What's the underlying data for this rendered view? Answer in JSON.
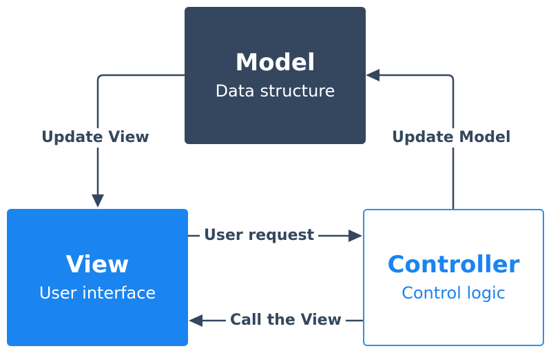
{
  "model": {
    "title": "Model",
    "subtitle": "Data structure"
  },
  "view": {
    "title": "View",
    "subtitle": "User interface"
  },
  "controller": {
    "title": "Controller",
    "subtitle": "Control logic"
  },
  "arrows": {
    "update_view": "Update View",
    "update_model": "Update Model",
    "user_request": "User request",
    "call_the_view": "Call the View"
  },
  "colors": {
    "model_fill": "#34475f",
    "view_fill": "#1a84f0",
    "controller_border": "#2d8ff0",
    "arrow": "#34475f"
  }
}
